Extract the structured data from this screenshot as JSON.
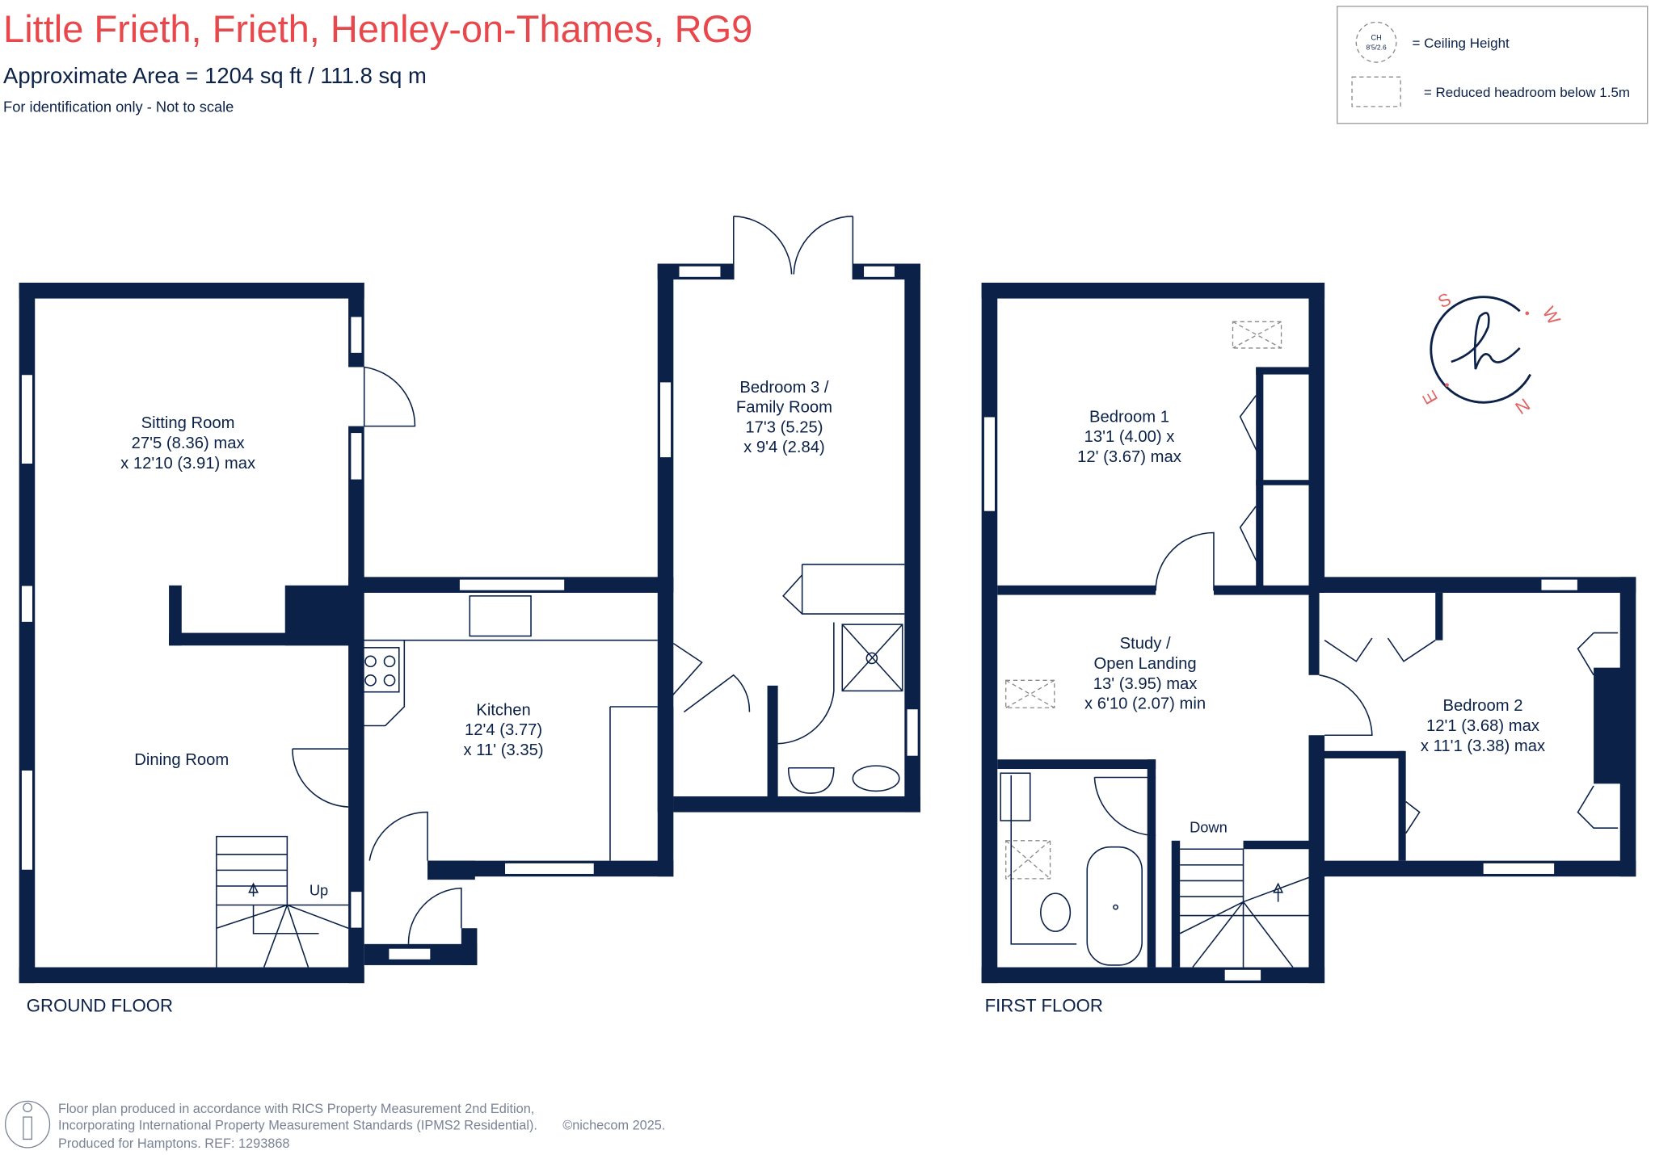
{
  "header": {
    "title": "Little Frieth, Frieth, Henley-on-Thames, RG9",
    "area": "Approximate Area = 1204 sq ft / 111.8 sq m",
    "note": "For identification only - Not to scale"
  },
  "legend": {
    "ceiling_symbol_top": "CH",
    "ceiling_symbol_bottom": "8'5/2.6",
    "ceiling_label": "= Ceiling Height",
    "headroom_label": "= Reduced headroom below 1.5m"
  },
  "compass": {
    "s": "S",
    "w": "W",
    "n": "N",
    "e": "E",
    "logo": "h"
  },
  "ground_floor": {
    "label": "GROUND FLOOR",
    "sitting_room": {
      "name": "Sitting Room",
      "dim1": "27'5 (8.36) max",
      "dim2": "x 12'10 (3.91) max"
    },
    "dining_room": {
      "name": "Dining Room"
    },
    "kitchen": {
      "name": "Kitchen",
      "dim1": "12'4 (3.77)",
      "dim2": "x 11' (3.35)"
    },
    "bedroom3": {
      "name1": "Bedroom 3 /",
      "name2": "Family Room",
      "dim1": "17'3 (5.25)",
      "dim2": "x 9'4 (2.84)"
    },
    "stairs_label": "Up"
  },
  "first_floor": {
    "label": "FIRST FLOOR",
    "bedroom1": {
      "name": "Bedroom 1",
      "dim1": "13'1 (4.00) x",
      "dim2": "12' (3.67) max"
    },
    "study": {
      "name1": "Study /",
      "name2": "Open Landing",
      "dim1": "13' (3.95) max",
      "dim2": "x 6'10 (2.07) min"
    },
    "bedroom2": {
      "name": "Bedroom 2",
      "dim1": "12'1 (3.68) max",
      "dim2": "x 11'1 (3.38) max"
    },
    "stairs_label": "Down"
  },
  "footer": {
    "line1": "Floor plan produced in accordance with RICS Property Measurement 2nd Edition,",
    "line2": "Incorporating International Property Measurement Standards (IPMS2 Residential).",
    "copyright": "©nichecom 2025.",
    "line3": "Produced for Hamptons.  REF:  1293868"
  },
  "colors": {
    "title": "#e8474c",
    "walls": "#0b2148",
    "compass_letters": "#e06666"
  }
}
